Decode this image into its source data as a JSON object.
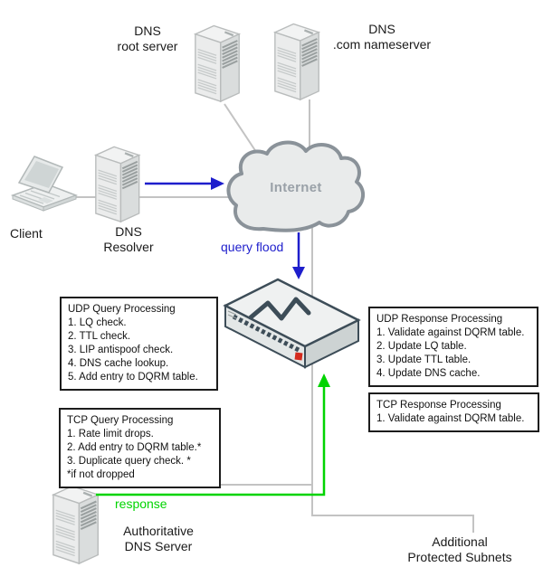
{
  "diagram": {
    "nodes": {
      "dns_root_server": "DNS\nroot server",
      "dns_com_nameserver": "DNS\n.com nameserver",
      "client": "Client",
      "dns_resolver": "DNS\nResolver",
      "internet": "Internet",
      "authoritative_dns_server": "Authoritative\nDNS Server",
      "additional_protected_subnets": "Additional\nProtected Subnets"
    },
    "flows": {
      "query_flood": "query flood",
      "response": "response"
    },
    "boxes": {
      "udp_query": {
        "title": "UDP Query Processing",
        "items": [
          "1. LQ check.",
          "2. TTL check.",
          "3. LIP antispoof check.",
          "4. DNS cache lookup.",
          "5. Add entry to DQRM table."
        ]
      },
      "tcp_query": {
        "title": "TCP Query Processing",
        "items": [
          "1. Rate limit drops.",
          "2. Add entry to DQRM table.*",
          "3. Duplicate query check. *"
        ],
        "footnote": "*if not dropped"
      },
      "udp_response": {
        "title": "UDP Response Processing",
        "items": [
          "1. Validate against DQRM table.",
          "2. Update LQ table.",
          "3. Update TTL table.",
          "4. Update DNS cache."
        ]
      },
      "tcp_response": {
        "title": "TCP Response Processing",
        "items": [
          "1. Validate against DQRM table."
        ]
      }
    },
    "colors": {
      "query_arrow_blue": "#1e1ecc",
      "response_arrow_green": "#00d400",
      "connector_gray": "#c3c3c3",
      "cloud_fill": "#e9ebeb",
      "cloud_border": "#8a9299",
      "box_border": "#1c1c1c",
      "appliance_outline": "#3d4d58",
      "appliance_logo_red": "#d42b1e"
    }
  }
}
